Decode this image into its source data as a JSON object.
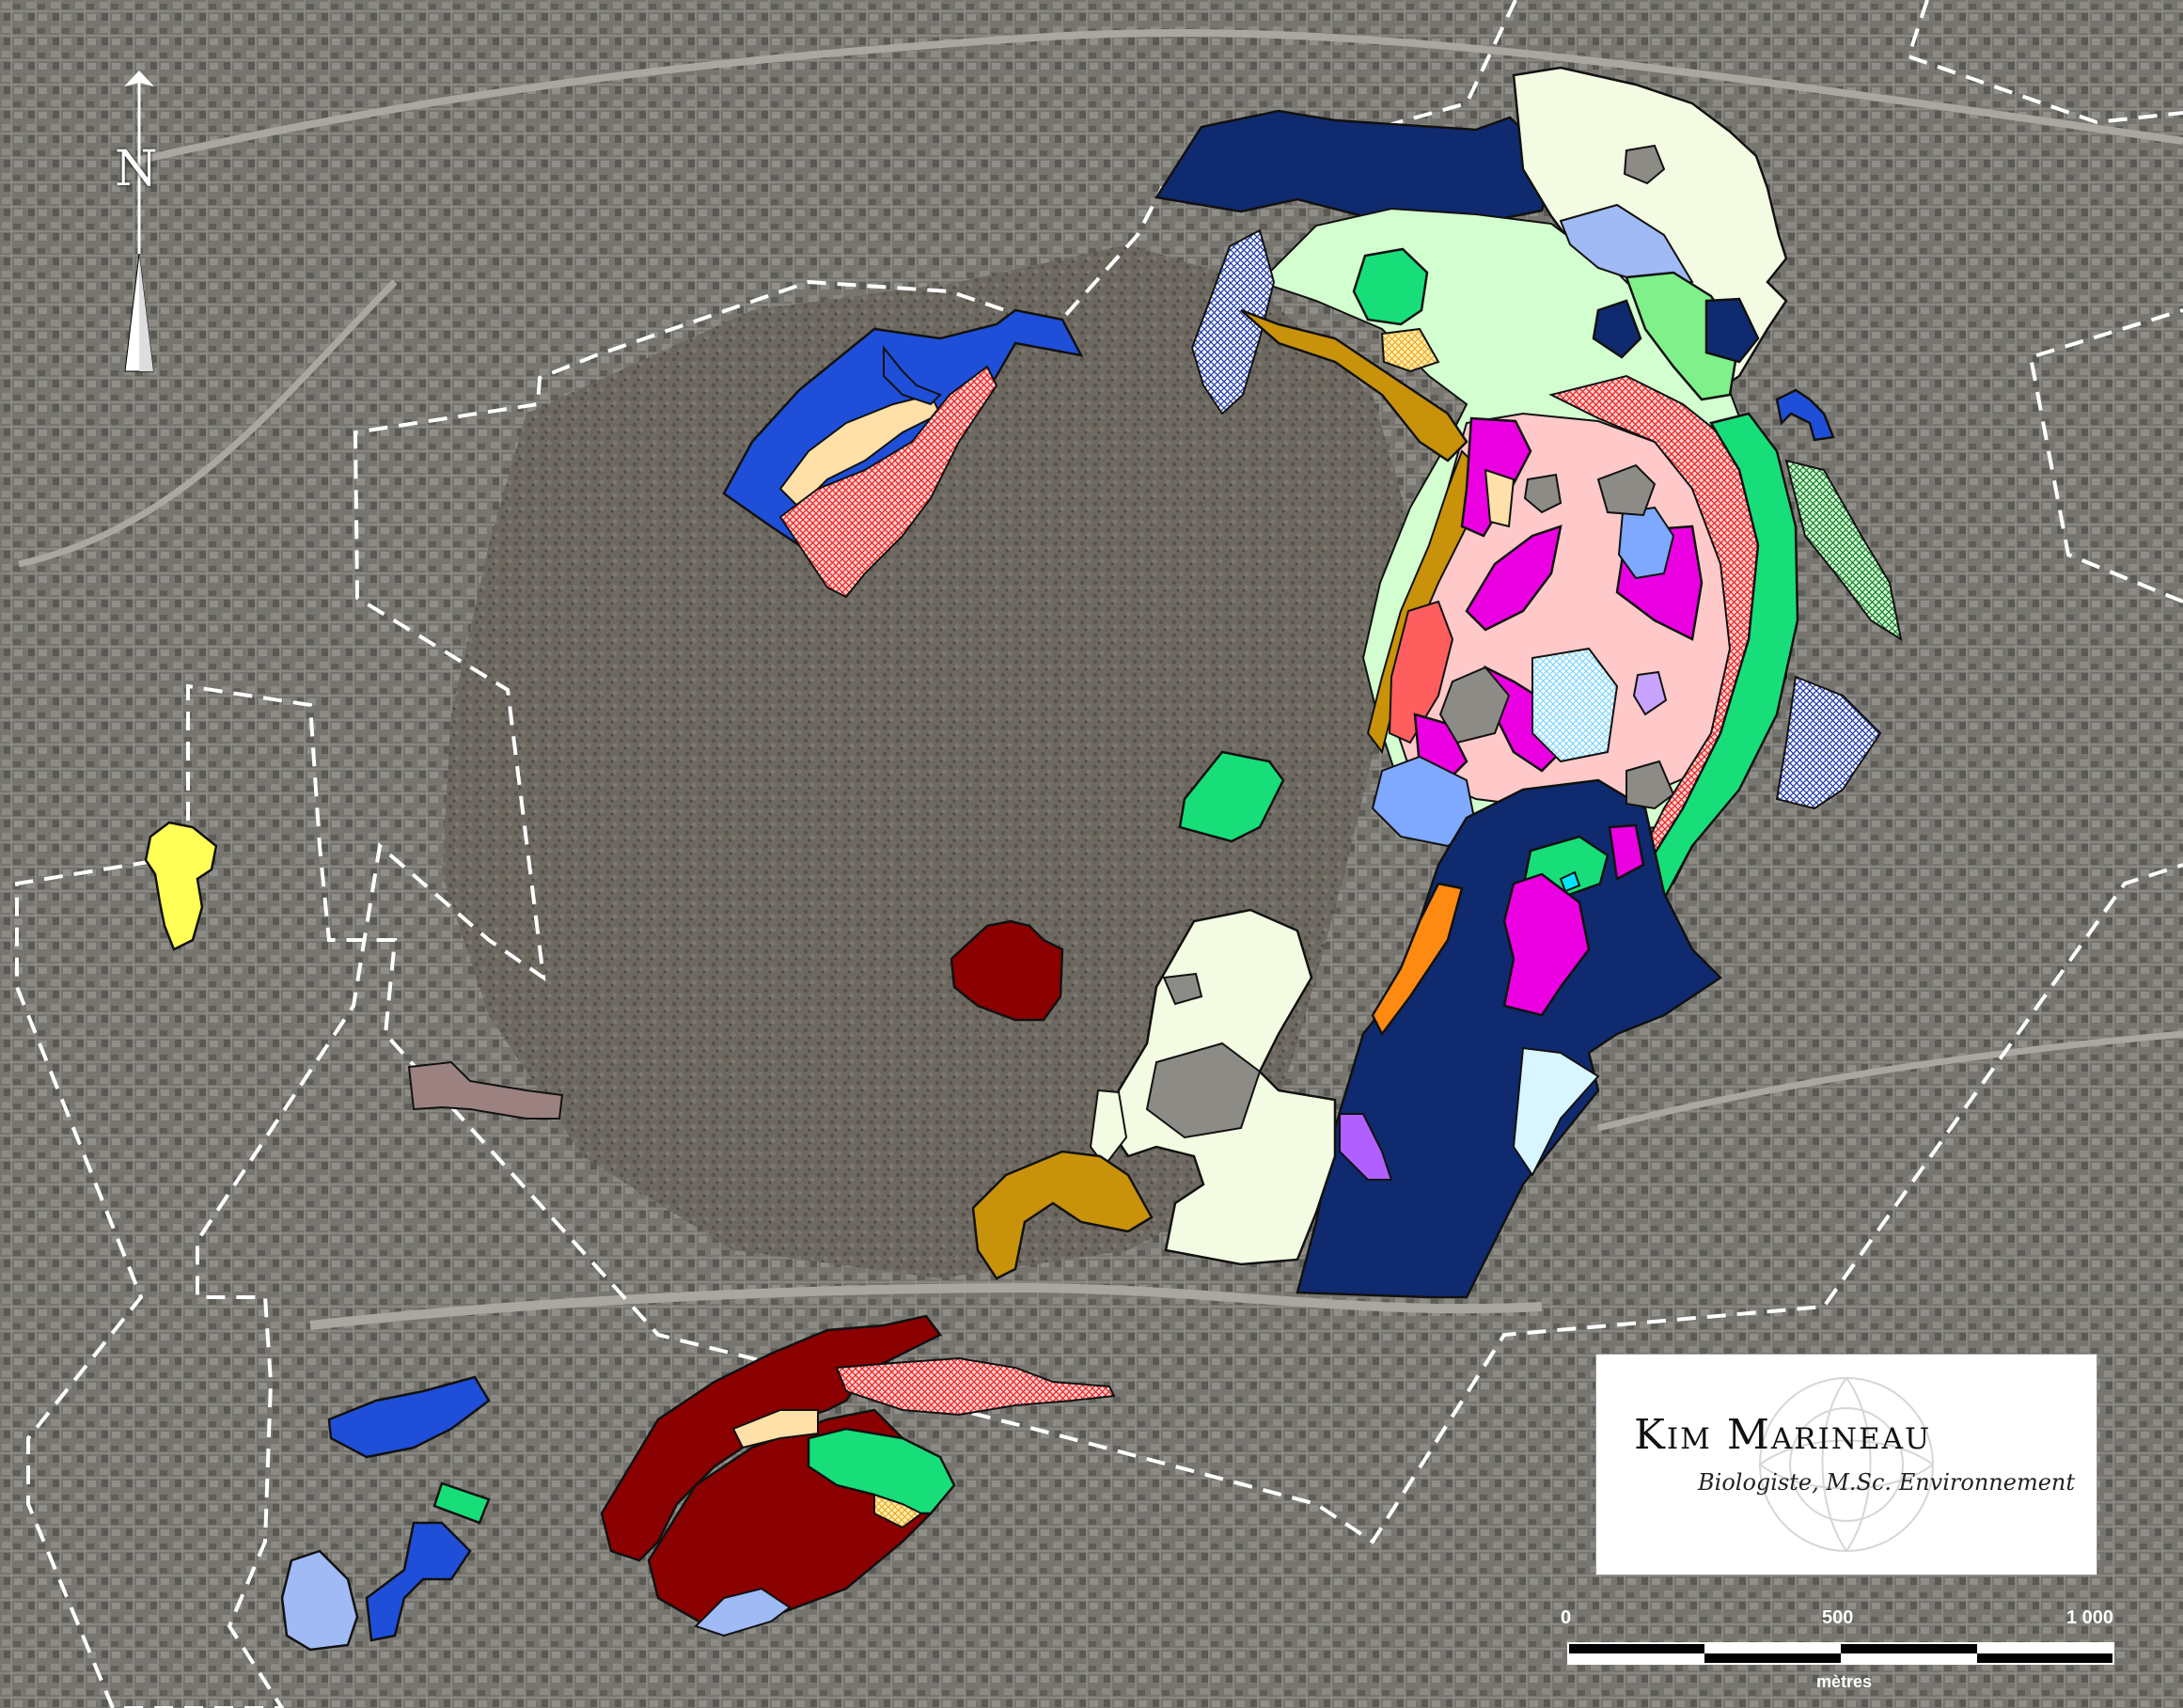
{
  "author": {
    "name": "Kim Marineau",
    "title": "Biologiste, M.Sc. Environnement"
  },
  "scale_bar": {
    "ticks": [
      "0",
      "500",
      "1 000"
    ],
    "unit": "mètres"
  },
  "north_arrow": {
    "letter": "N"
  },
  "colors": {
    "navy": "#0f2a6e",
    "royal_blue": "#1f4fd8",
    "light_blue": "#7fa8ff",
    "pale_blue": "#d7f6ff",
    "cyan": "#00e5ff",
    "mint": "#d3ffd0",
    "green": "#18de7a",
    "light_green": "#7ff08a",
    "cream": "#f3fbe2",
    "magenta": "#ea00e0",
    "pink": "#ffc9c9",
    "salmon": "#ff5e5e",
    "maroon": "#8b0000",
    "ochre": "#c8920b",
    "orange": "#ff8a12",
    "violet": "#b060ff",
    "yellow": "#ffff55",
    "peach": "#ffe0a8",
    "mauve_brown": "#9b8180",
    "lavender": "#c9a4ff",
    "boundary": "#ffffff"
  }
}
